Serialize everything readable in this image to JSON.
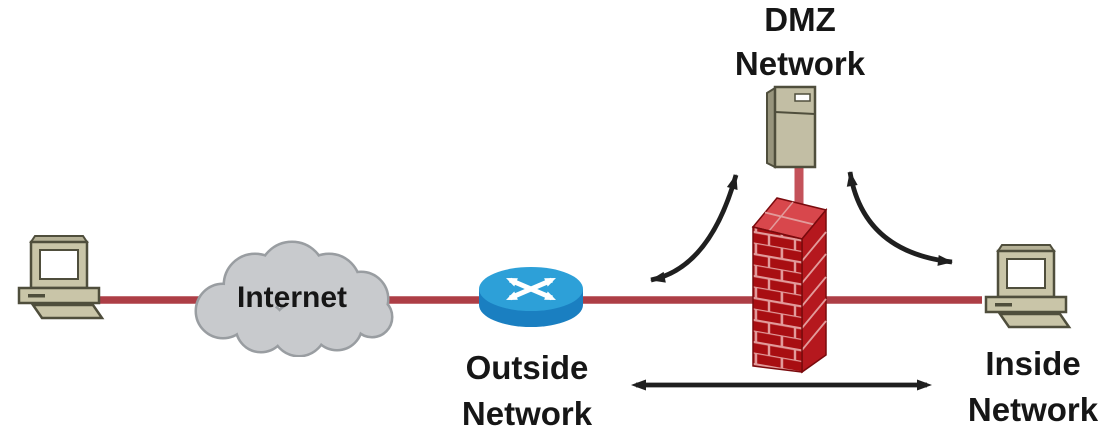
{
  "labels": {
    "internet": "Internet",
    "outside_network": [
      "Outside",
      "Network"
    ],
    "dmz_network": [
      "DMZ",
      "Network"
    ],
    "inside_network": [
      "Inside",
      "Network"
    ]
  },
  "icons": {
    "outside_host": "desktop-computer-icon",
    "internet": "cloud-icon",
    "router": "cisco-router-icon",
    "firewall": "brick-wall-firewall-icon",
    "dmz_server": "server-tower-icon",
    "inside_host": "desktop-computer-icon"
  },
  "connections": [
    {
      "from": "outside-host",
      "to": "internet-cloud",
      "type": "network-link"
    },
    {
      "from": "internet-cloud",
      "to": "router",
      "type": "network-link"
    },
    {
      "from": "router",
      "to": "firewall",
      "type": "network-link"
    },
    {
      "from": "firewall",
      "to": "inside-host",
      "type": "network-link"
    },
    {
      "from": "firewall",
      "to": "dmz-server",
      "type": "network-link"
    },
    {
      "from": "outside-network",
      "to": "dmz-network",
      "type": "curved-double-arrow"
    },
    {
      "from": "dmz-network",
      "to": "inside-network",
      "type": "curved-double-arrow"
    },
    {
      "from": "outside-network",
      "to": "inside-network",
      "type": "straight-double-arrow"
    }
  ],
  "colors": {
    "background": "#ffffff",
    "link_red": "#ad3e46",
    "dmz_link_red": "#c4525a",
    "arrow_black": "#1f1f1f",
    "label_text": "#161616",
    "cloud_fill": "#c8cacd",
    "cloud_stroke": "#999da1",
    "router_top": "#2da0d8",
    "router_body": "#1a7fc1",
    "firewall_front": "#a80e12",
    "firewall_top": "#d8474c",
    "firewall_side": "#b5181e",
    "firewall_mortar": "#e29b9b",
    "firewall_edge": "#7a0a0d",
    "host_body": "#c9c5a8",
    "host_shade": "#b5b196",
    "host_outline": "#4f4e3c",
    "server_body": "#c2bea4",
    "server_shade": "#97947c",
    "screen_white": "#ffffff"
  }
}
